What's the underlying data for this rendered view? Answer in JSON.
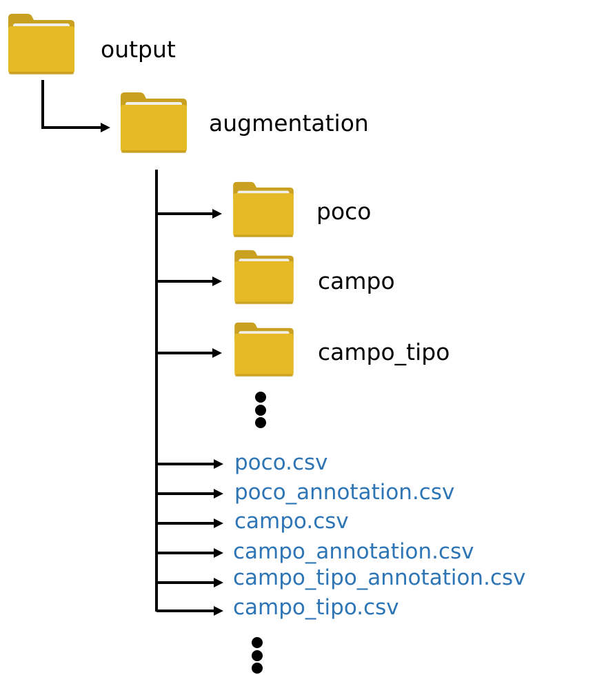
{
  "colors": {
    "file_text": "#2e75b6",
    "folder_text": "#000000",
    "connector": "#000000",
    "folder_body": "#e6b927",
    "folder_back": "#c9a020",
    "folder_paper": "#f2f0ea"
  },
  "tree": {
    "root": {
      "label": "output",
      "icon": "folder-icon"
    },
    "child": {
      "label": "augmentation",
      "icon": "folder-icon"
    },
    "subfolders": [
      {
        "label": "poco",
        "icon": "folder-icon"
      },
      {
        "label": "campo",
        "icon": "folder-icon"
      },
      {
        "label": "campo_tipo",
        "icon": "folder-icon"
      }
    ],
    "files": [
      {
        "label": "poco.csv"
      },
      {
        "label": "poco_annotation.csv"
      },
      {
        "label": "campo.csv"
      },
      {
        "label": "campo_annotation.csv"
      },
      {
        "label": "campo_tipo_annotation.csv"
      },
      {
        "label": "campo_tipo.csv"
      }
    ]
  }
}
